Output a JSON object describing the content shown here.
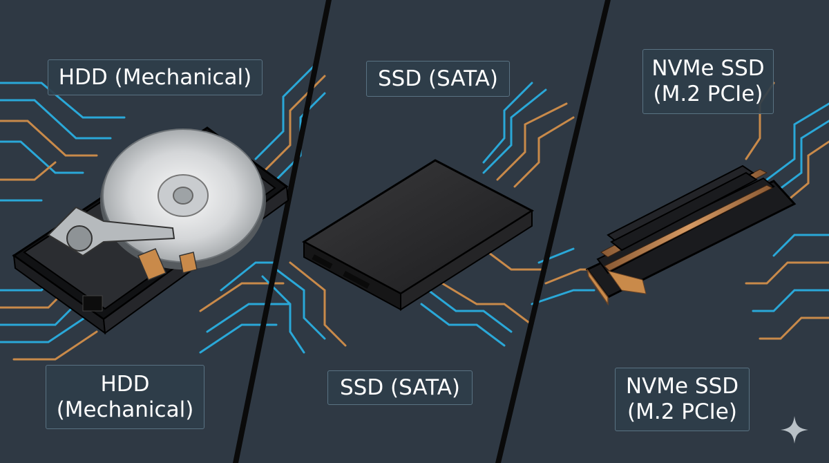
{
  "labels": {
    "hdd_top": [
      "HDD (Mechanical)"
    ],
    "ssd_top": [
      "SSD (SATA)"
    ],
    "nvme_top": [
      "NVMe SSD",
      "(M.2 PCIe)"
    ],
    "hdd_bottom": [
      "HDD",
      "(Mechanical)"
    ],
    "ssd_bottom": [
      "SSD (SATA)"
    ],
    "nvme_bottom": [
      "NVMe SSD",
      "(M.2 PCIe)"
    ]
  },
  "devices": {
    "left": "hard-disk-drive",
    "center": "sata-ssd",
    "right": "m2-nvme-ssd"
  },
  "colors": {
    "background": "#2f3944",
    "trace_blue": "#2aa8d8",
    "trace_orange": "#c98a4a",
    "divider": "#0a0a0a",
    "label_bg": "#2f3e4a",
    "label_border": "#5a7383"
  },
  "icons": {
    "corner": "sparkle-icon"
  }
}
